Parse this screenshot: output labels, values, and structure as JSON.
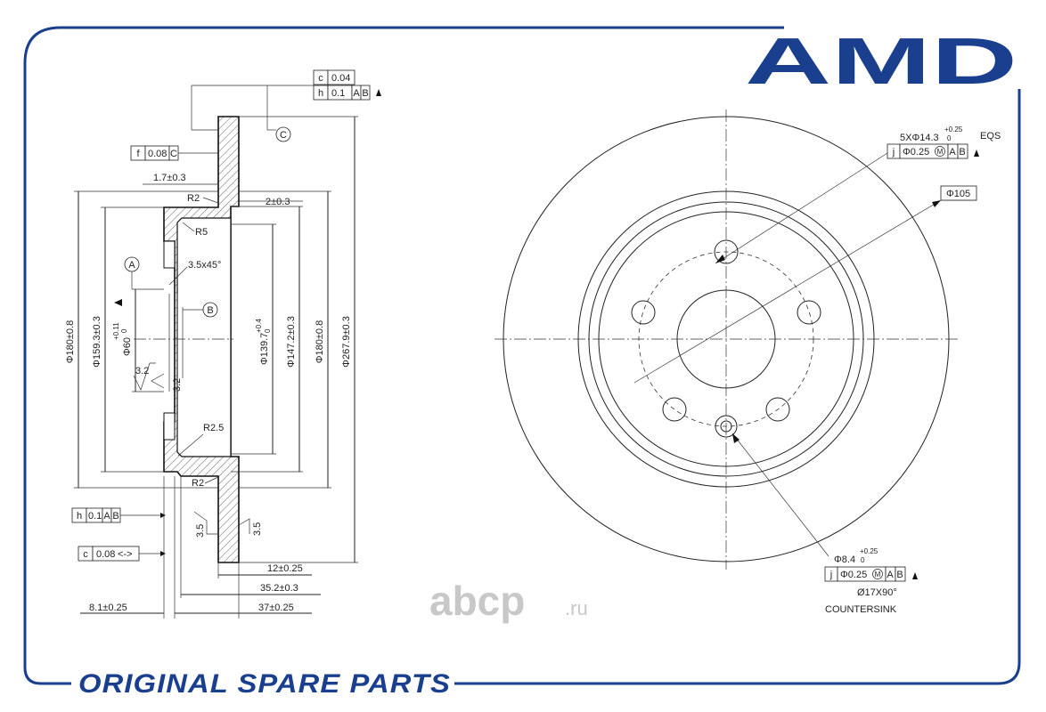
{
  "brand": {
    "logo": "AMD",
    "footer": "ORIGINAL SPARE PARTS",
    "accent": "#1b3f8f"
  },
  "watermark": {
    "main": "abcp",
    "suffix": ".ru"
  },
  "fcf": {
    "c_top": [
      "c",
      "0.04"
    ],
    "h_top": [
      "h",
      "0.1",
      "A",
      "B"
    ],
    "f": [
      "f",
      "0.08",
      "C"
    ],
    "h_bottom": [
      "h",
      "0.1",
      "A",
      "B"
    ],
    "c_bottom": [
      "c",
      "0.08",
      "<->"
    ],
    "j_holes": [
      "j",
      "Φ0.25",
      "M",
      "A",
      "B"
    ],
    "j_small": [
      "j",
      "Φ0.25",
      "M",
      "A",
      "B"
    ]
  },
  "datums": {
    "A": "A",
    "B": "B",
    "C": "C"
  },
  "section": {
    "dim_1_7": "1.7±0.3",
    "r2_top": "R2",
    "dim_2": "2±0.3",
    "r5": "R5",
    "chamfer": "3.5x45°",
    "rough_32a": "3.2",
    "rough_32b": "3.2",
    "r2_5": "R2.5",
    "r2_bottom": "R2",
    "rough_35a": "3.5",
    "rough_35b": "3.5",
    "d180_left": "Φ180±0.8",
    "d159": "Φ159.3±0.3",
    "d60": "Φ60",
    "d60_tol": "+0.11",
    "d60_tol0": "0",
    "d139": "Φ139.7",
    "d139_tol": "+0.4",
    "d139_tol0": "0",
    "d147": "Φ147.2±0.3",
    "d180_right": "Φ180±0.8",
    "d267": "Φ267.9±0.3",
    "dim_12": "12±0.25",
    "dim_35_2": "35.2±0.3",
    "dim_37": "37±0.25",
    "dim_8_1": "8.1±0.25"
  },
  "front": {
    "holes_label": "5XΦ14.3",
    "holes_tol": "+0.25",
    "holes_tol0": "0",
    "eqs": "EQS",
    "pcd": "Φ105",
    "small_hole": "Φ8.4",
    "small_tol": "+0.25",
    "small_tol0": "0",
    "countersink_size": "Ø17X90°",
    "countersink": "COUNTERSINK"
  }
}
